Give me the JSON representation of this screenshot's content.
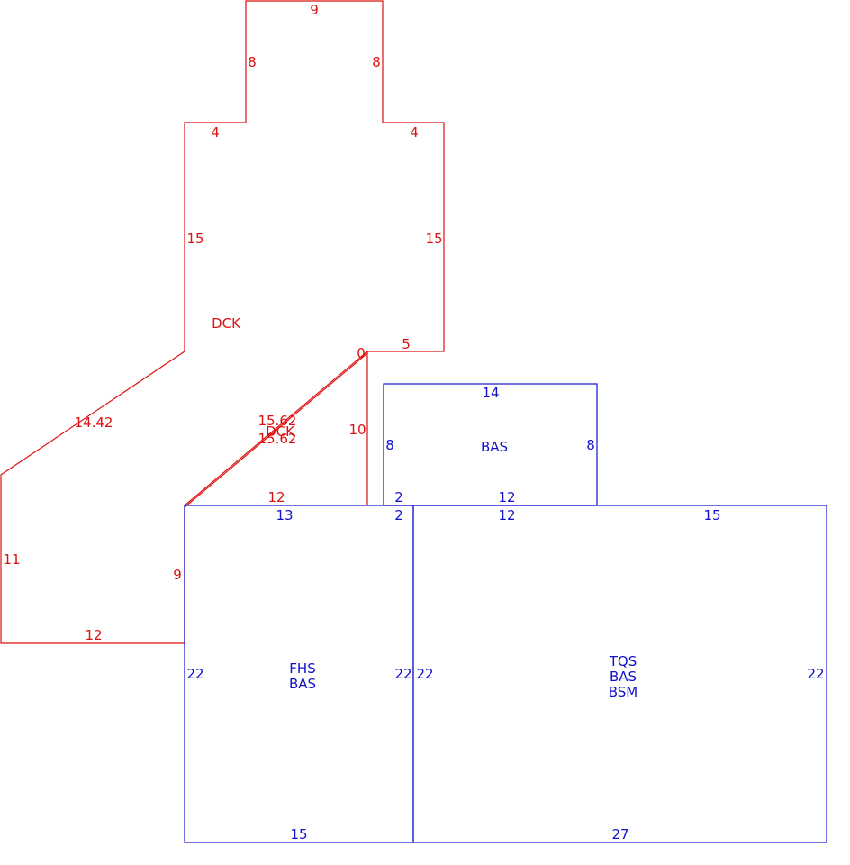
{
  "colors": {
    "dck": "#dd1111",
    "building": "#1111cc",
    "background": "#ffffff"
  },
  "dck_upper": {
    "name": "DCK",
    "edges": {
      "top": "9",
      "left_upper": "8",
      "right_upper": "8",
      "left_step": "4",
      "right_step": "4",
      "left_side": "15",
      "right_side": "15",
      "right_bottom": "5",
      "corner": "0"
    }
  },
  "dck_lower": {
    "name": "DCK",
    "edges": {
      "diagonal_left": "14.42",
      "diagonal_a": "15.62",
      "diagonal_b": "15.62",
      "vertical": "10",
      "bottom": "12",
      "left": "11",
      "base": "12",
      "inner": "9"
    }
  },
  "bas_top": {
    "name": "BAS",
    "edges": {
      "top": "14",
      "left": "8",
      "right": "8",
      "bottom_a": "2",
      "bottom_b": "12"
    }
  },
  "fhs": {
    "names": [
      "FHS",
      "BAS"
    ],
    "edges": {
      "top": "13",
      "top_right": "2",
      "left": "22",
      "right": "22",
      "bottom": "15"
    }
  },
  "tqs": {
    "names": [
      "TQS",
      "BAS",
      "BSM"
    ],
    "edges": {
      "top_a": "12",
      "top_b": "15",
      "left": "22",
      "right": "22",
      "bottom": "27"
    }
  }
}
